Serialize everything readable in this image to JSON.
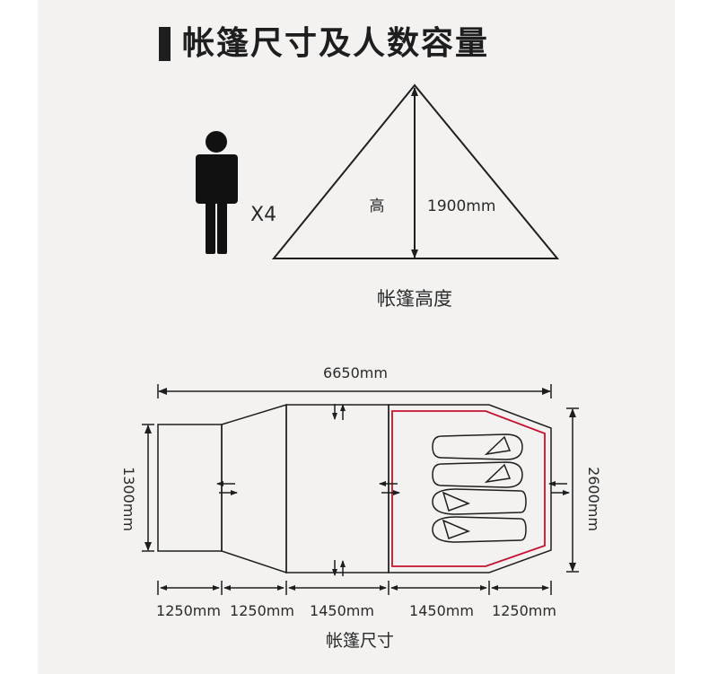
{
  "title": "帐篷尺寸及人数容量",
  "capacity": {
    "multiplier": "X4"
  },
  "height_diagram": {
    "height_char": "高",
    "height_value": "1900mm",
    "caption": "帐篷高度"
  },
  "size_diagram": {
    "total_length": "6650mm",
    "left_height": "1300mm",
    "right_height": "2600mm",
    "segments": [
      "1250mm",
      "1250mm",
      "1450mm",
      "1450mm",
      "1250mm"
    ],
    "caption": "帐篷尺寸"
  },
  "colors": {
    "inner_tent": "#c8102e",
    "ink": "#1e1e1e"
  }
}
